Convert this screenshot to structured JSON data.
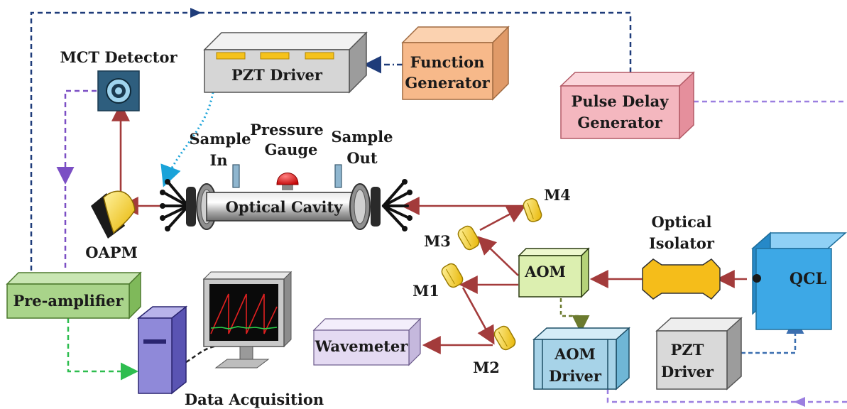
{
  "labels": {
    "mct_detector": "MCT Detector",
    "pzt_driver_top": "PZT Driver",
    "function_generator_line1": "Function",
    "function_generator_line2": "Generator",
    "pulse_delay_line1": "Pulse Delay",
    "pulse_delay_line2": "Generator",
    "sample_in_line1": "Sample",
    "sample_in_line2": "In",
    "pressure_gauge_line1": "Pressure",
    "pressure_gauge_line2": "Gauge",
    "sample_out_line1": "Sample",
    "sample_out_line2": "Out",
    "optical_cavity": "Optical Cavity",
    "oapm": "OAPM",
    "m4": "M4",
    "m3": "M3",
    "m1": "M1",
    "m2": "M2",
    "aom": "AOM",
    "optical_isolator_line1": "Optical",
    "optical_isolator_line2": "Isolator",
    "qcl": "QCL",
    "pre_amplifier": "Pre-amplifier",
    "wavemeter": "Wavemeter",
    "aom_driver_line1": "AOM",
    "aom_driver_line2": "Driver",
    "pzt_driver_bottom_line1": "PZT",
    "pzt_driver_bottom_line2": "Driver",
    "data_acquisition": "Data  Acquisition"
  },
  "colors": {
    "beam": "#a33b3b",
    "pulse_link": "#1f3c7a",
    "mct_link": "#7b4fc4",
    "pzt_link": "#1aa3d9",
    "daq_link": "#2ebd4f",
    "aom_link": "#6b7a2e",
    "pzt_qcl_link": "#3b6fb0",
    "function_box": "#f7b98a",
    "pulse_box": "#f4b7bf",
    "preamp_box": "#a9d48a",
    "qcl_box": "#3da8e6",
    "aom_driver_box": "#a7d3e8",
    "wavemeter_box": "#e4daf2",
    "pzt_box": "#d9d9d9"
  }
}
